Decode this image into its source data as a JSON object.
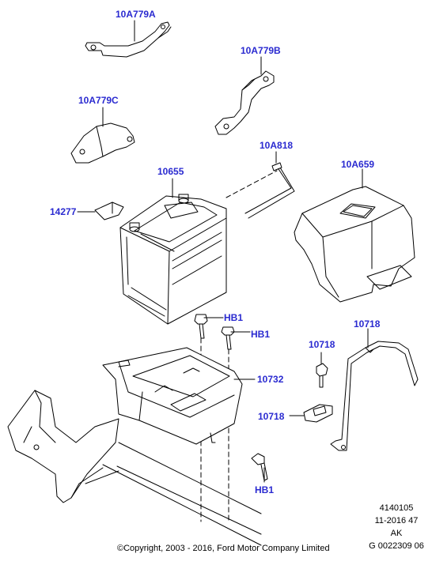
{
  "parts": [
    {
      "id": "10A779A",
      "label": "10A779A"
    },
    {
      "id": "10A779B",
      "label": "10A779B"
    },
    {
      "id": "10A779C",
      "label": "10A779C"
    },
    {
      "id": "10A818",
      "label": "10A818"
    },
    {
      "id": "10655",
      "label": "10655"
    },
    {
      "id": "10A659",
      "label": "10A659"
    },
    {
      "id": "14277",
      "label": "14277"
    },
    {
      "id": "HB1_a",
      "label": "HB1"
    },
    {
      "id": "HB1_b",
      "label": "HB1"
    },
    {
      "id": "10718_a",
      "label": "10718"
    },
    {
      "id": "10718_b",
      "label": "10718"
    },
    {
      "id": "10718_c",
      "label": "10718"
    },
    {
      "id": "10732",
      "label": "10732"
    },
    {
      "id": "HB1_c",
      "label": "HB1"
    }
  ],
  "reference": {
    "line1": "4140105",
    "line2": "11-2016 47",
    "line3": "AK",
    "line4": "G 0022309 06"
  },
  "copyright": "©Copyright, 2003 - 2016, Ford Motor Company Limited",
  "colors": {
    "label": "#2a2ad0",
    "line": "#000000"
  }
}
